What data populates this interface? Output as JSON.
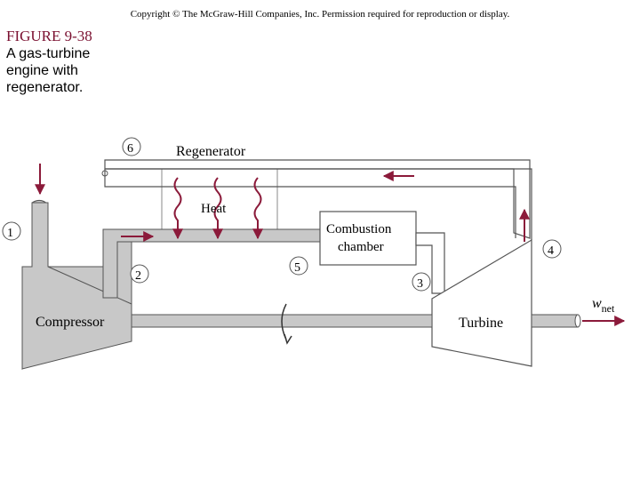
{
  "copyright": "Copyright © The McGraw-Hill Companies, Inc. Permission required for reproduction or display.",
  "figure": {
    "number": "FIGURE 9-38",
    "caption_lines": [
      "A gas-turbine",
      "engine with",
      "regenerator."
    ]
  },
  "diagram": {
    "regenerator_label": "Regenerator",
    "heat_label": "Heat",
    "combustion_label_line1": "Combustion",
    "combustion_label_line2": "chamber",
    "compressor_label": "Compressor",
    "turbine_label": "Turbine",
    "wnet_main": "w",
    "wnet_sub": "net",
    "states": [
      "1",
      "2",
      "3",
      "4",
      "5",
      "6"
    ],
    "colors": {
      "arrow": "#8b1a3a",
      "component_fill": "#c8c8c8",
      "outline": "#555555"
    }
  }
}
